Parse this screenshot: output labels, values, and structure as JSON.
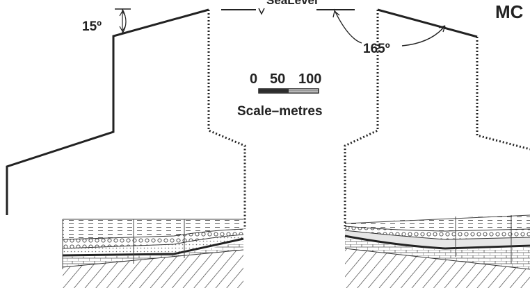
{
  "figure": {
    "top_label_partial": "SeaLevel",
    "top_right_partial": "MC"
  },
  "angles": {
    "left_label": "15º",
    "right_label": "165º"
  },
  "scale_bar": {
    "tick_0": "0",
    "tick_50": "50",
    "tick_100": "100",
    "caption": "Scale–metres"
  },
  "colors": {
    "ink": "#222222",
    "background": "#ffffff",
    "sediment_fill": "#e6e6e6"
  }
}
